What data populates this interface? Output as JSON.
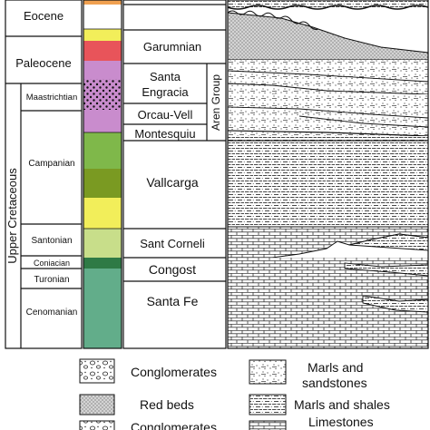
{
  "stages": {
    "eocene": "Eocene",
    "paleocene": "Paleocene",
    "upper_cretaceous": "Upper Cretaceous",
    "maastrichtian": "Maastrichtian",
    "campanian": "Campanian",
    "santonian": "Santonian",
    "coniacian": "Coniacian",
    "turonian": "Turonian",
    "cenomanian": "Cenomanian"
  },
  "formations": {
    "garumnian": "Garumnian",
    "santa_engracia_1": "Santa",
    "santa_engracia_2": "Engracia",
    "orcau_vell": "Orcau-Vell",
    "montesquiu": "Montesquiu",
    "aren_group": "Aren Group",
    "vallcarga": "Vallcarga",
    "sant_corneli": "Sant Corneli",
    "congost": "Congost",
    "santa_fe": "Santa Fe"
  },
  "legend": {
    "conglomerates": "Conglomerates",
    "red_beds": "Red beds",
    "conglomerates_partial": "Conglomerates",
    "marls_sandstones_1": "Marls and",
    "marls_sandstones_2": "sandstones",
    "marls_shales": "Marls and shales",
    "limestones": "Limestones"
  },
  "colors": {
    "eocene_unit": "#f0a050",
    "garumnian_yellow": "#f2ee5a",
    "garumnian_red": "#e8545a",
    "violet": "#c98ccd",
    "vallcarga_green": "#7fb84a",
    "vallcarga_olive": "#7a9a22",
    "santonian_green": "#c8de8a",
    "coniacian_green": "#2e7a45",
    "teal_green": "#62ad8a"
  }
}
